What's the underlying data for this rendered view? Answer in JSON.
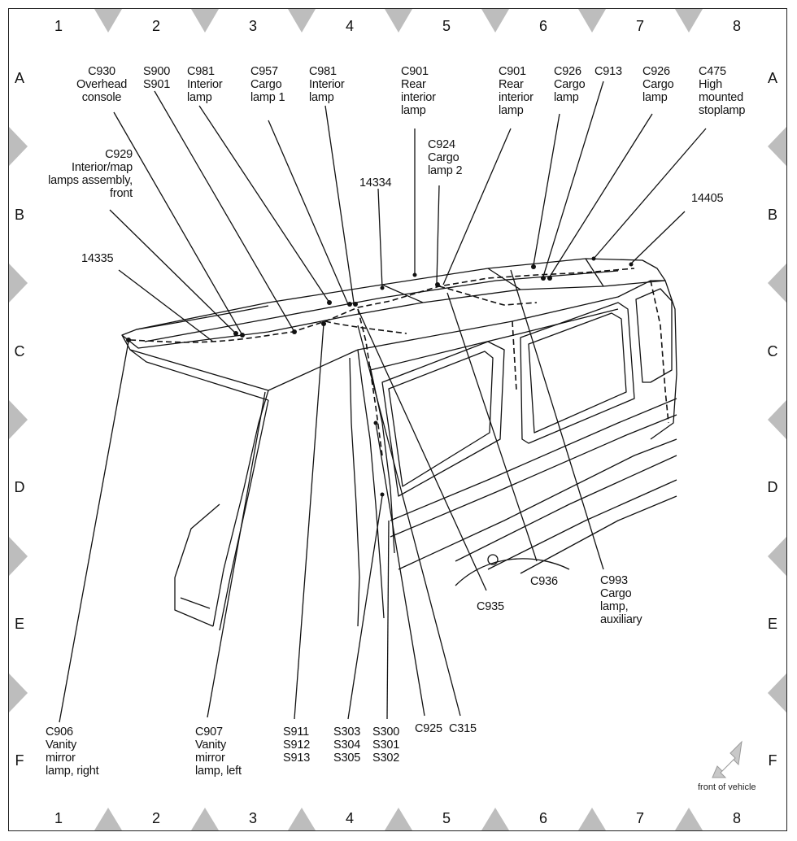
{
  "grid": {
    "columns": [
      "1",
      "2",
      "3",
      "4",
      "5",
      "6",
      "7",
      "8"
    ],
    "rows": [
      "A",
      "B",
      "C",
      "D",
      "E",
      "F"
    ]
  },
  "labels": {
    "c930": "C930\nOverhead\nconsole",
    "s900": "S900\nS901",
    "c981a": "C981\nInterior\nlamp",
    "c957": "C957\nCargo\nlamp 1",
    "c981b": "C981\nInterior\nlamp",
    "c901a": "C901\nRear\ninterior\nlamp",
    "c901b": "C901\nRear\ninterior\nlamp",
    "c926a": "C926\nCargo\nlamp",
    "c913": "C913",
    "c926b": "C926\nCargo\nlamp",
    "c475": "C475\nHigh\nmounted\nstoplamp",
    "c929": "C929\nInterior/map\nlamps assembly,\nfront",
    "c924": "C924\nCargo\nlamp 2",
    "n14334": "14334",
    "n14405": "14405",
    "n14335": "14335",
    "c936": "C936",
    "c993": "C993\nCargo\nlamp,\nauxiliary",
    "c935": "C935",
    "c906": "C906\nVanity\nmirror\nlamp, right",
    "c907": "C907\nVanity\nmirror\nlamp, left",
    "s911": "S911\nS912\nS913",
    "s303": "S303\nS304\nS305",
    "s300": "S300\nS301\nS302",
    "c925": "C925",
    "c315": "C315"
  },
  "front_of_vehicle": "front of vehicle",
  "colors": {
    "line": "#111111",
    "marker": "#bdbdbd",
    "arrow": "#c8c8c8"
  }
}
